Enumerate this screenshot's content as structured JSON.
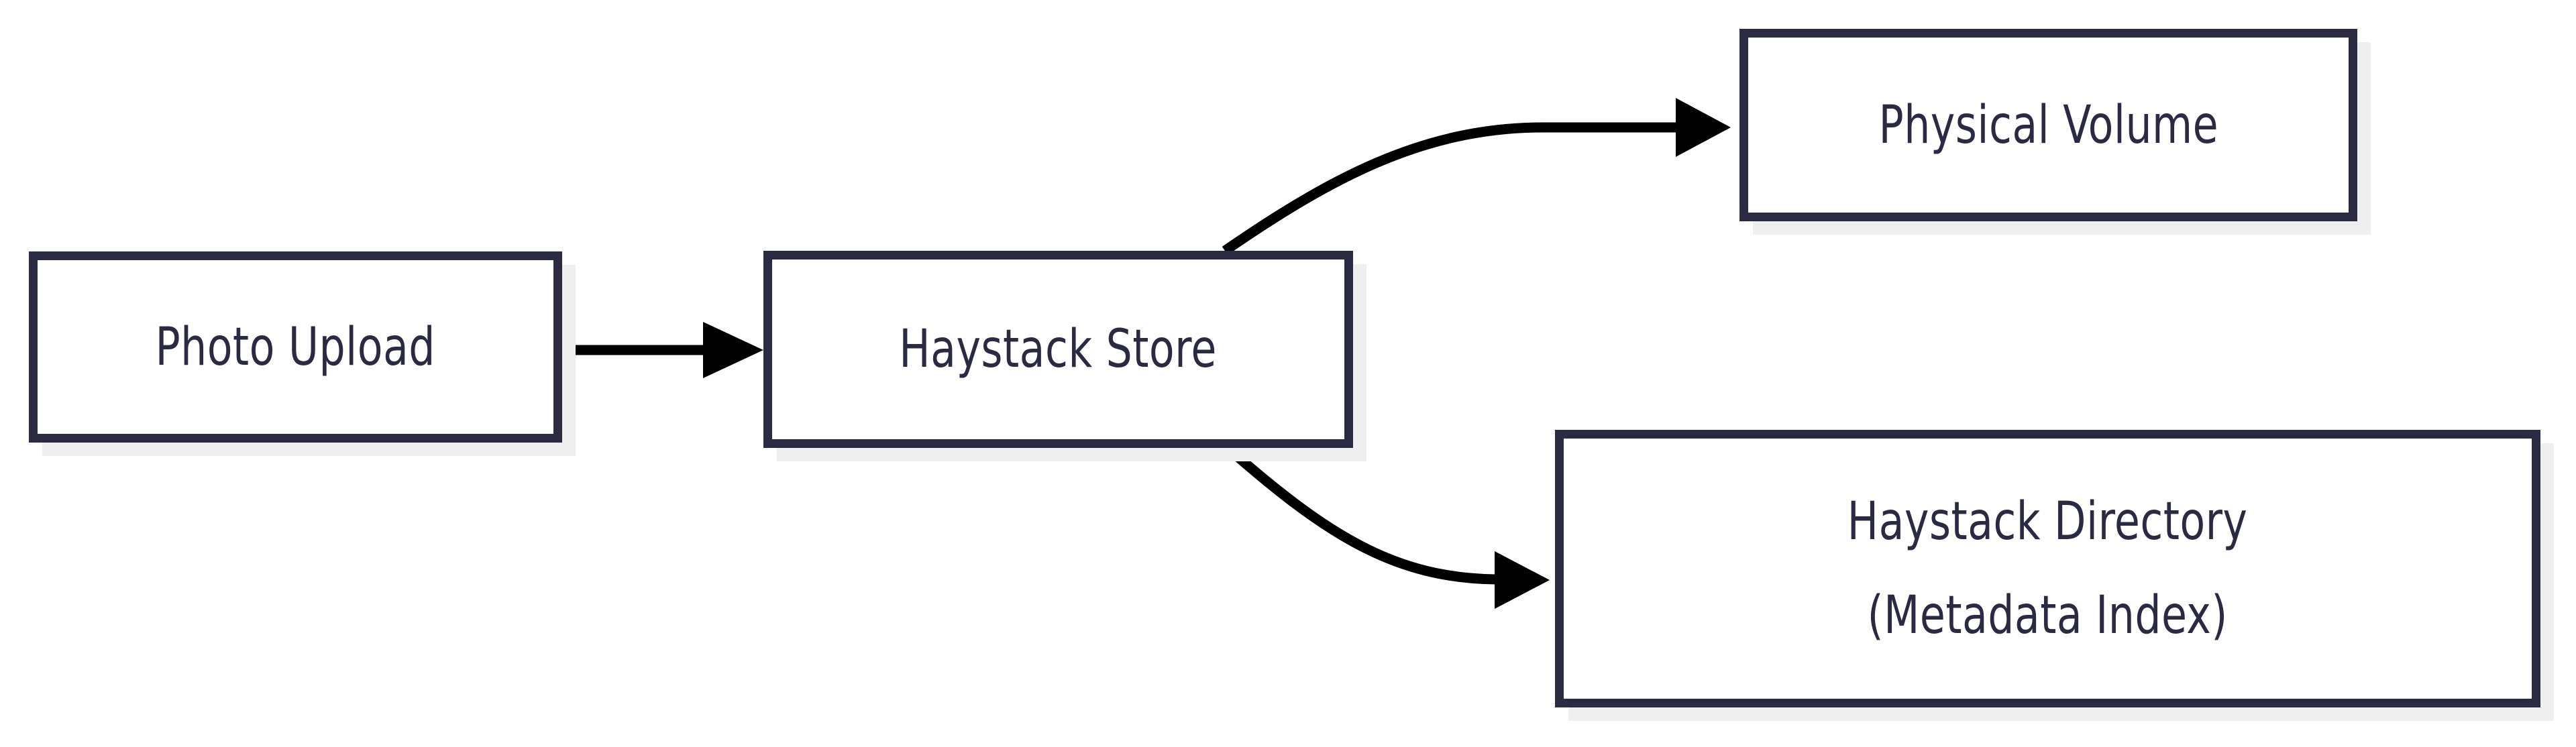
{
  "diagram": {
    "type": "flowchart",
    "orientation": "left-to-right",
    "background_color": "#FFFFFF",
    "node_border_color": "#2A2A42",
    "node_fill_color": "#FFFFFF",
    "node_shadow_color": "#EFEFEF",
    "edge_color": "#000000",
    "text_color": "#2A2A42",
    "nodes": [
      {
        "id": "photo-upload",
        "label": "Photo Upload",
        "lines": [
          "Photo Upload"
        ]
      },
      {
        "id": "haystack-store",
        "label": "Haystack Store",
        "lines": [
          "Haystack Store"
        ]
      },
      {
        "id": "physical-volume",
        "label": "Physical Volume",
        "lines": [
          "Physical Volume"
        ]
      },
      {
        "id": "haystack-directory",
        "label": "Haystack Directory (Metadata Index)",
        "lines": [
          "Haystack Directory",
          "(Metadata Index)"
        ]
      }
    ],
    "edges": [
      {
        "id": "edge-upload-to-store",
        "from": "photo-upload",
        "to": "haystack-store",
        "style": "straight",
        "arrowhead": "filled-triangle",
        "label": ""
      },
      {
        "id": "edge-store-to-volume",
        "from": "haystack-store",
        "to": "physical-volume",
        "style": "curved",
        "arrowhead": "filled-triangle",
        "label": ""
      },
      {
        "id": "edge-store-to-directory",
        "from": "haystack-store",
        "to": "haystack-directory",
        "style": "curved",
        "arrowhead": "filled-triangle",
        "label": ""
      }
    ]
  }
}
